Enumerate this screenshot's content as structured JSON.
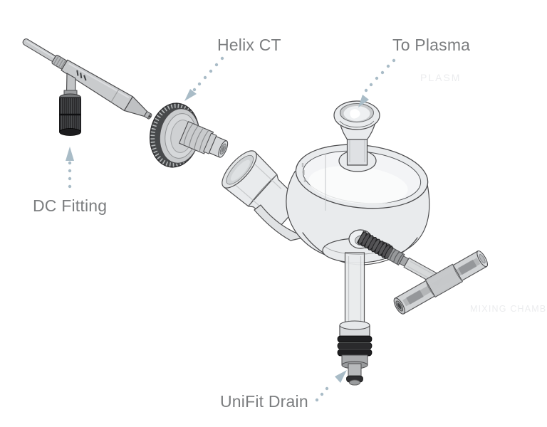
{
  "figure": {
    "type": "exploded-assembly-diagram",
    "labels": {
      "helix_ct": "Helix CT",
      "to_plasma": "To Plasma",
      "dc_fitting": "DC Fitting",
      "unifit_drain": "UniFit Drain"
    },
    "watermarks": {
      "upper": "PLASM",
      "lower": "MIXING CHAMB"
    },
    "colors": {
      "label_text": "#7b7d7f",
      "arrow": "#a9bcc7",
      "outline": "#4b4b4d",
      "glass": "#e9ebed",
      "dark_fitting": "#2b2b2d",
      "watermark": "#ebecee"
    }
  }
}
